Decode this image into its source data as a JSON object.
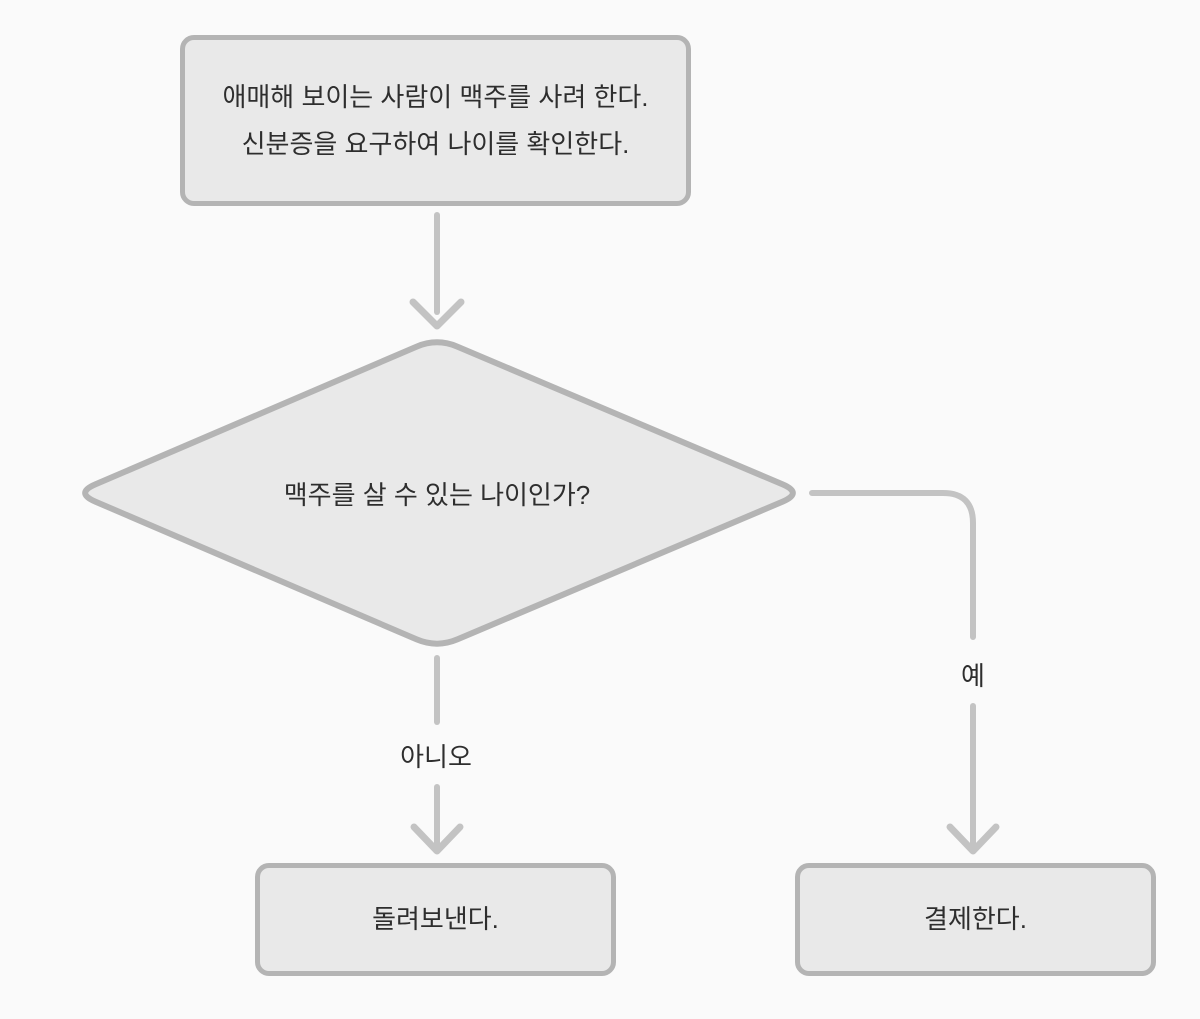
{
  "colors": {
    "bg": "#fafafa",
    "node_fill": "#e9e9e9",
    "node_border": "#b4b4b4",
    "connector": "#c3c3c3",
    "text": "#2e2e2e"
  },
  "flowchart": {
    "title": "",
    "nodes": {
      "start": {
        "type": "process",
        "line1": "애매해 보이는 사람이 맥주를 사려 한다.",
        "line2": "신분증을 요구하여 나이를 확인한다."
      },
      "decision": {
        "type": "decision",
        "label": "맥주를 살 수 있는 나이인가?"
      },
      "reject": {
        "type": "process",
        "label": "돌려보낸다."
      },
      "pay": {
        "type": "process",
        "label": "결제한다."
      }
    },
    "edges": [
      {
        "from": "start",
        "to": "decision",
        "label": ""
      },
      {
        "from": "decision",
        "to": "reject",
        "label": "아니오"
      },
      {
        "from": "decision",
        "to": "pay",
        "label": "예"
      }
    ]
  }
}
